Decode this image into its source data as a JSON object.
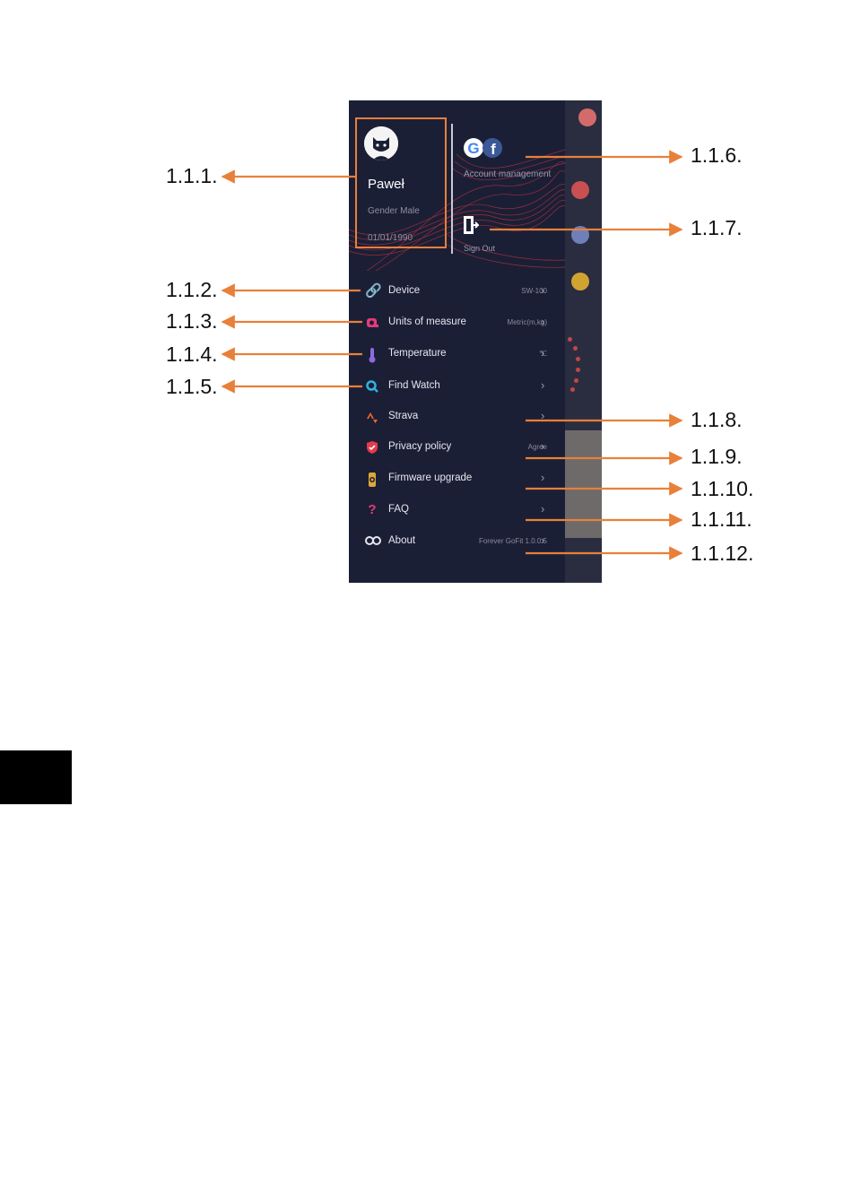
{
  "callouts": [
    "1.1.1.",
    "1.1.2.",
    "1.1.3.",
    "1.1.4.",
    "1.1.5.",
    "1.1.6.",
    "1.1.7.",
    "1.1.8.",
    "1.1.9.",
    "1.1.10.",
    "1.1.11.",
    "1.1.12."
  ],
  "profile": {
    "name": "Paweł",
    "gender": "Gender Male",
    "birthdate": "01/01/1990"
  },
  "account": {
    "label": "Account management",
    "sign_out_label": "Sign Out"
  },
  "menu": [
    {
      "label": "Device",
      "value": "SW-100",
      "icon": "link-icon",
      "color": "#e6455a"
    },
    {
      "label": "Units of measure",
      "value": "Metric(m,kg)",
      "icon": "ruler-icon",
      "color": "#e83a7a"
    },
    {
      "label": "Temperature",
      "value": "℃",
      "icon": "thermometer-icon",
      "color": "#8b6ce0"
    },
    {
      "label": "Find Watch",
      "value": "",
      "icon": "search-icon",
      "color": "#2fb3e0"
    },
    {
      "label": "Strava",
      "value": "",
      "icon": "strava-icon",
      "color": "#f0692a"
    },
    {
      "label": "Privacy policy",
      "value": "Agree",
      "icon": "shield-icon",
      "color": "#e83a4a"
    },
    {
      "label": "Firmware upgrade",
      "value": "",
      "icon": "watch-icon",
      "color": "#e0a63a"
    },
    {
      "label": "FAQ",
      "value": "",
      "icon": "question-icon",
      "color": "#e83a7a"
    },
    {
      "label": "About",
      "value": "Forever GoFit 1.0.0.5",
      "icon": "about-icon",
      "color": "#e6e6ee"
    }
  ],
  "colors": {
    "accent": "#e8803a",
    "panel": "#1b1f36"
  }
}
